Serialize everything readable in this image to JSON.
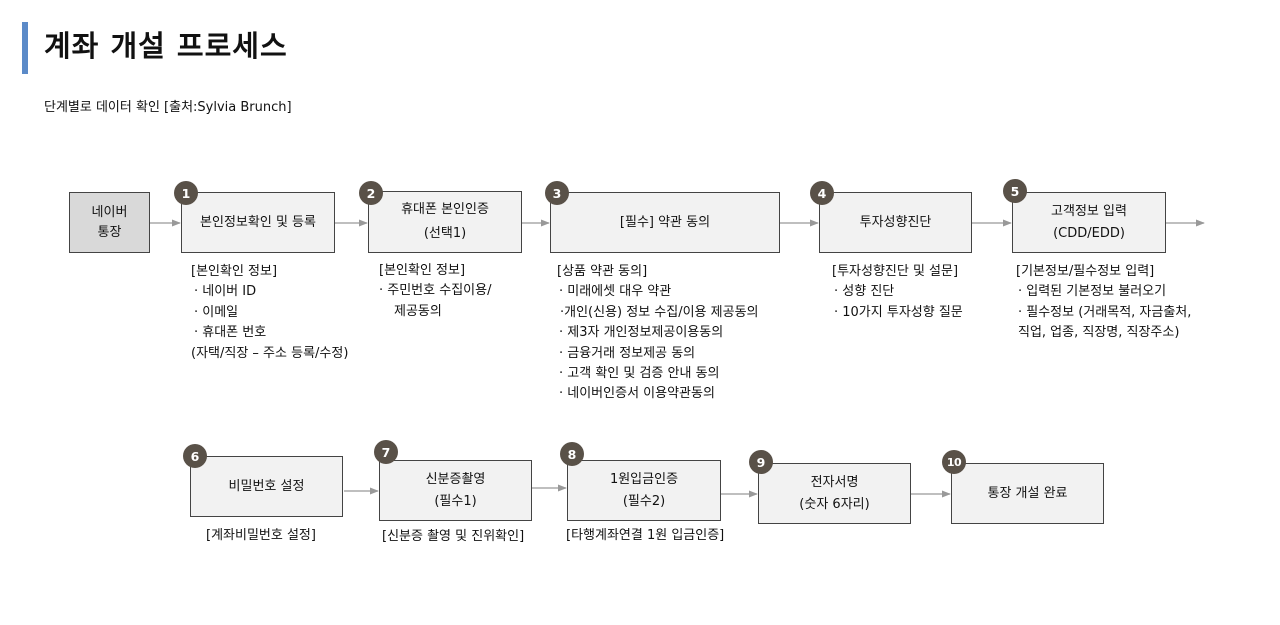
{
  "header": {
    "title": "계좌 개설 프로세스",
    "subtitle": "단계별로 데이터 확인 [출처:Sylvia Brunch]"
  },
  "start": {
    "lines": [
      "네이버",
      "통장"
    ]
  },
  "steps": [
    {
      "num": "1",
      "lines": [
        "본인정보확인 및 등록"
      ],
      "note": [
        "[본인확인 정보]",
        " · 네이버 ID",
        " · 이메일",
        " · 휴대폰 번호",
        "(자택/직장 – 주소 등록/수정)"
      ]
    },
    {
      "num": "2",
      "lines": [
        "휴대폰 본인인증",
        "(선택1)"
      ],
      "note": [
        "[본인확인 정보]",
        " · 주민번호 수집이용/",
        "   제공동의"
      ]
    },
    {
      "num": "3",
      "lines": [
        "[필수] 약관 동의"
      ],
      "note": [
        "[상품 약관 동의]",
        " · 미래에셋 대우 약관",
        "·개인(신용) 정보 수집/이용 제공동의",
        " · 제3자 개인정보제공이용동의",
        " · 금융거래 정보제공 동의",
        " · 고객 확인 및 검증 안내 동의",
        " · 네이버인증서 이용약관동의"
      ]
    },
    {
      "num": "4",
      "lines": [
        "투자성향진단"
      ],
      "note": [
        "[투자성향진단 및 설문]",
        " · 성향 진단",
        " · 10가지 투자성향 질문"
      ]
    },
    {
      "num": "5",
      "lines": [
        "고객정보 입력",
        "(CDD/EDD)"
      ],
      "note": [
        "[기본정보/필수정보 입력]",
        " · 입력된 기본정보 불러오기",
        " · 필수정보 (거래목적, 자금출처,",
        "   직업, 업종, 직장명, 직장주소)"
      ]
    },
    {
      "num": "6",
      "lines": [
        "비밀번호 설정"
      ],
      "note": [
        "[계좌비밀번호 설정]"
      ]
    },
    {
      "num": "7",
      "lines": [
        "신분증촬영",
        "(필수1)"
      ],
      "note": [
        "[신분증 촬영 및 진위확인]"
      ]
    },
    {
      "num": "8",
      "lines": [
        "1원입금인증",
        "(필수2)"
      ],
      "note": [
        "[타행계좌연결 1원 입금인증]"
      ]
    },
    {
      "num": "9",
      "lines": [
        "전자서명",
        "(숫자 6자리)"
      ],
      "note": []
    },
    {
      "num": "10",
      "lines": [
        "통장 개설 완료"
      ],
      "note": []
    }
  ],
  "colors": {
    "accent_bar": "#5b8ac8",
    "badge": "#595148",
    "box_fill": "#f2f2f2",
    "start_fill": "#d9d9d9",
    "arrow": "#999999"
  }
}
